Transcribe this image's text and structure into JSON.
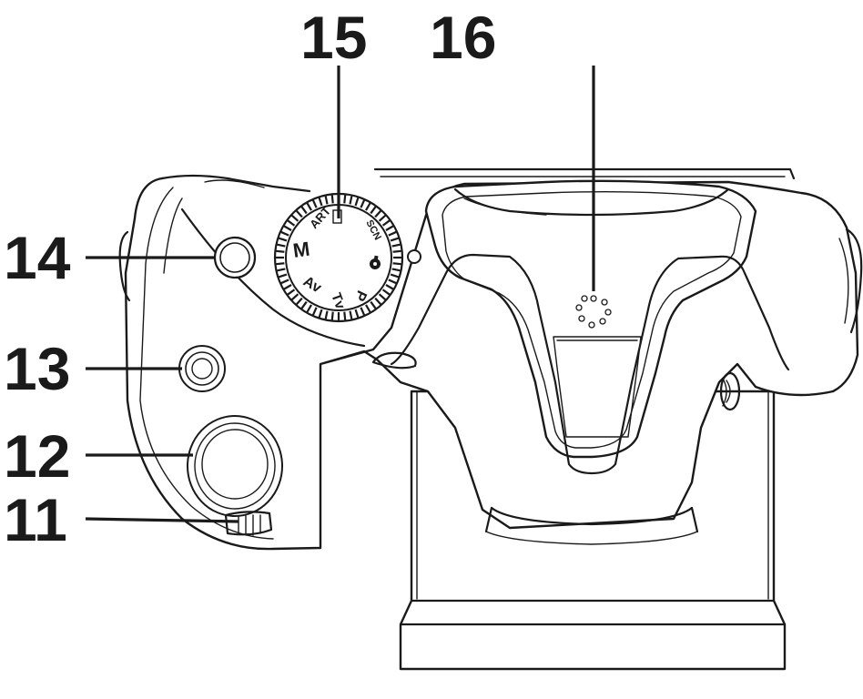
{
  "callouts": {
    "c11": "11",
    "c12": "12",
    "c13": "13",
    "c14": "14",
    "c15": "15",
    "c16": "16"
  },
  "mode_dial": {
    "art": "ART",
    "manual": "M",
    "av": "Av",
    "tv": "Tv",
    "program": "P",
    "scn": "SCN"
  },
  "line_color": "#1a1a1a",
  "background_color": "#ffffff"
}
